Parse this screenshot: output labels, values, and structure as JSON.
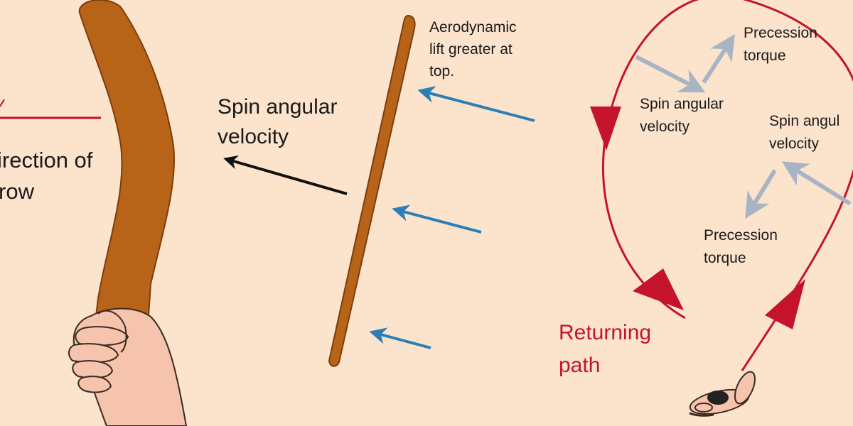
{
  "colors": {
    "background": "#fbe3cc",
    "boomerang": "#b86418",
    "boomerang_outline": "#7a3d0c",
    "skin": "#f6c3ac",
    "skin_outline": "#3a2a22",
    "lift_arrow": "#2a7fb4",
    "path_red": "#c4142c",
    "vector_gray": "#a8b4c4",
    "text_dark": "#1a1a1a"
  },
  "labels": {
    "direction_line1": "irection of",
    "direction_line2": "row",
    "spin_main_line1": "Spin angular",
    "spin_main_line2": "velocity",
    "lift_line1": "Aerodynamic",
    "lift_line2": "lift greater at",
    "lift_line3": "top.",
    "precession_top_line1": "Precession",
    "precession_top_line2": "torque",
    "spin_top_line1": "Spin angular",
    "spin_top_line2": "velocity",
    "spin_right_line1": "Spin angul",
    "spin_right_line2": "velocity",
    "precession_bottom_line1": "Precession",
    "precession_bottom_line2": "torque",
    "returning_line1": "Returning",
    "returning_line2": "path"
  }
}
